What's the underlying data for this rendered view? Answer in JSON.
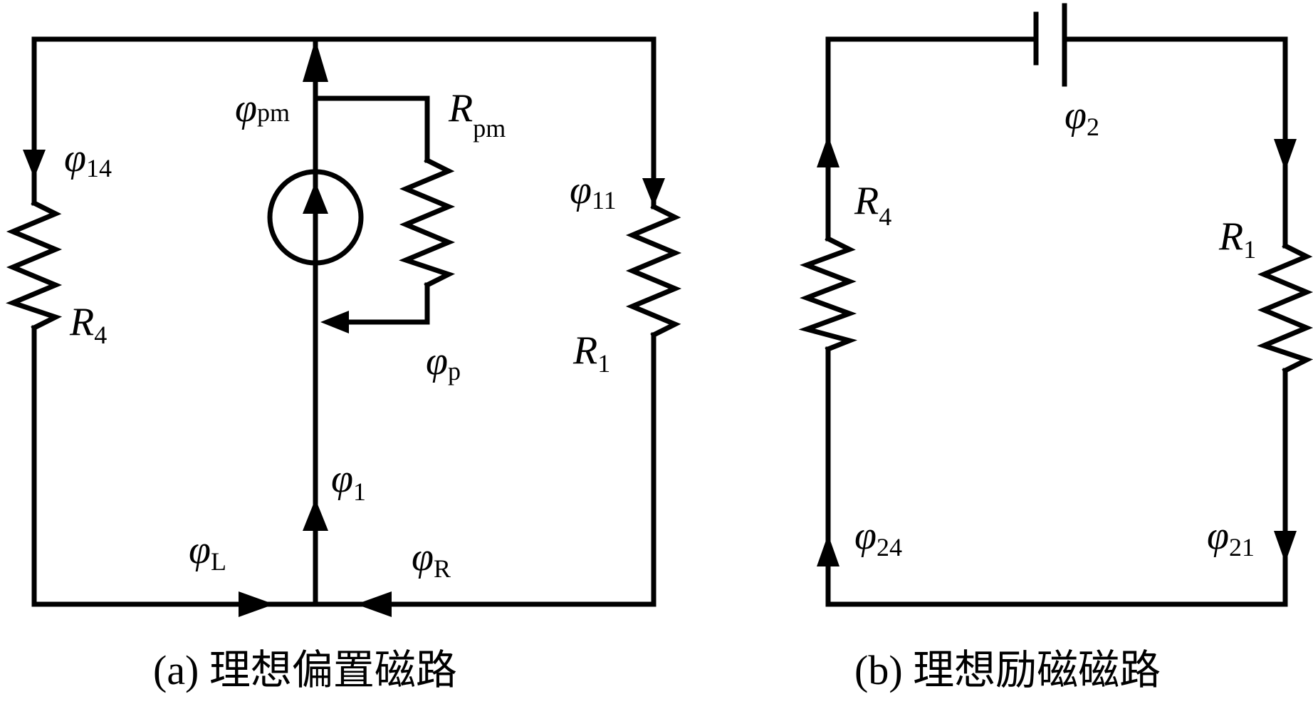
{
  "panel_a": {
    "caption": "(a)  理想偏置磁路",
    "labels": {
      "phi_pm": {
        "sym": "φ",
        "sub": "pm"
      },
      "R_pm": {
        "sym": "R",
        "sub": "pm"
      },
      "phi_14": {
        "sym": "φ",
        "sub": "14"
      },
      "phi_11": {
        "sym": "φ",
        "sub": "11"
      },
      "R_4": {
        "sym": "R",
        "sub": "4"
      },
      "R_1": {
        "sym": "R",
        "sub": "1"
      },
      "phi_p": {
        "sym": "φ",
        "sub": "p"
      },
      "phi_1": {
        "sym": "φ",
        "sub": "1"
      },
      "phi_L": {
        "sym": "φ",
        "sub": "L"
      },
      "phi_R": {
        "sym": "φ",
        "sub": "R"
      }
    }
  },
  "panel_b": {
    "caption": "(b)  理想励磁磁路",
    "labels": {
      "phi_2": {
        "sym": "φ",
        "sub": "2"
      },
      "R_4": {
        "sym": "R",
        "sub": "4"
      },
      "R_1": {
        "sym": "R",
        "sub": "1"
      },
      "phi_24": {
        "sym": "φ",
        "sub": "24"
      },
      "phi_21": {
        "sym": "φ",
        "sub": "21"
      }
    }
  }
}
